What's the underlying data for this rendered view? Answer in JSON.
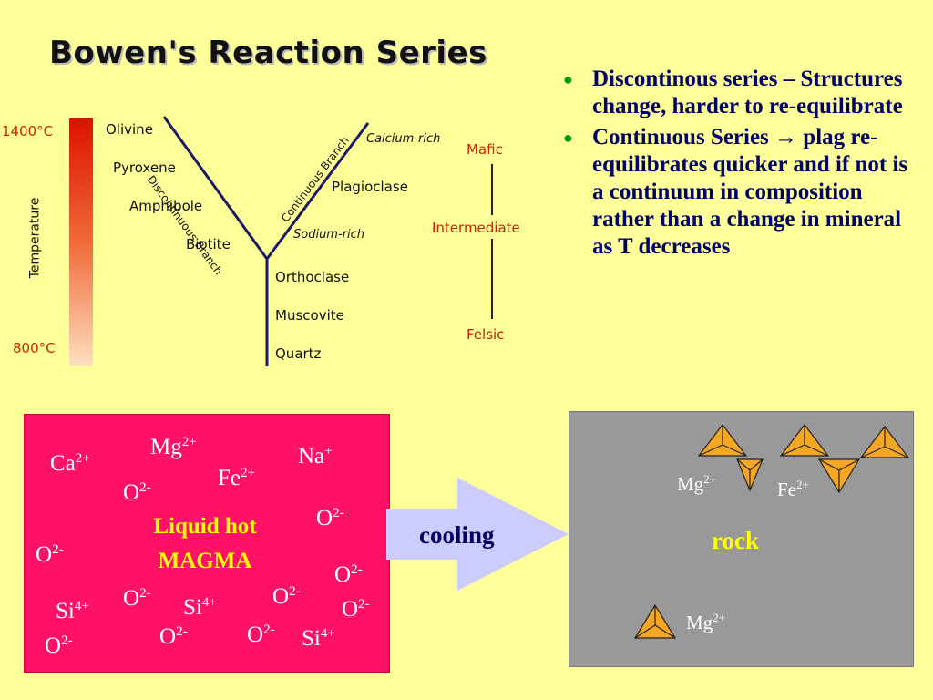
{
  "title": "Bowen's Reaction Series",
  "diagram": {
    "temp_high": "1400°C",
    "temp_low": "800°C",
    "temp_axis": "Temperature",
    "disc_minerals": [
      "Olivine",
      "Pyroxene",
      "Amphibole",
      "Biotite"
    ],
    "disc_branch": "Discontinuous Branch",
    "cont_branch": "Continuous Branch",
    "calcium": "Calcium-rich",
    "plagioclase": "Plagioclase",
    "sodium": "Sodium-rich",
    "lower_minerals": [
      "Orthoclase",
      "Muscovite",
      "Quartz"
    ],
    "mafic": "Mafic",
    "intermediate": "Intermediate",
    "felsic": "Felsic"
  },
  "bullets": [
    "Discontinous series – Structures change, harder to re-equilibrate",
    "Continuous Series → plag re-equilibrates quicker and if not is a continuum in composition rather than a change in mineral as T decreases"
  ],
  "magma": {
    "label_line1": "Liquid hot",
    "label_line2": "MAGMA",
    "ions": [
      {
        "el": "Mg",
        "ch": "2+"
      },
      {
        "el": "Ca",
        "ch": "2+"
      },
      {
        "el": "Na",
        "ch": "+"
      },
      {
        "el": "Fe",
        "ch": "2+"
      },
      {
        "el": "O",
        "ch": "2-"
      },
      {
        "el": "O",
        "ch": "2-"
      },
      {
        "el": "O",
        "ch": "2-"
      },
      {
        "el": "O",
        "ch": "2-"
      },
      {
        "el": "O",
        "ch": "2-"
      },
      {
        "el": "O",
        "ch": "2-"
      },
      {
        "el": "Si",
        "ch": "4+"
      },
      {
        "el": "Si",
        "ch": "4+"
      },
      {
        "el": "O",
        "ch": "2-"
      },
      {
        "el": "O",
        "ch": "2-"
      },
      {
        "el": "O",
        "ch": "2-"
      },
      {
        "el": "O",
        "ch": "2-"
      },
      {
        "el": "Si",
        "ch": "4+"
      }
    ]
  },
  "arrow_label": "cooling",
  "rock": {
    "label": "rock",
    "ions": [
      {
        "el": "Mg",
        "ch": "2+"
      },
      {
        "el": "Fe",
        "ch": "2+"
      },
      {
        "el": "Mg",
        "ch": "2+"
      }
    ]
  },
  "colors": {
    "background": "#ffff99",
    "magma": "#ff1166",
    "rock": "#999999",
    "arrow": "#ccccff",
    "tetrahedron": "#f5a623",
    "text_blue": "#000066",
    "label_red": "#cc2200"
  }
}
